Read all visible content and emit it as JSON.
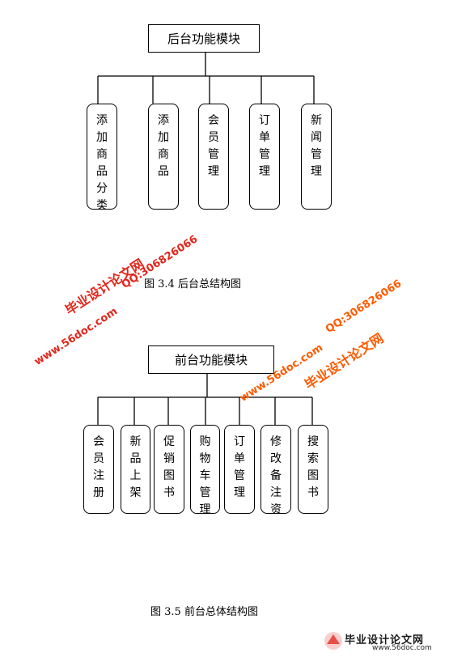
{
  "diagram1": {
    "root": "后台功能模块",
    "children": [
      "添加商品分类",
      "添加商品",
      "会员管理",
      "订单管理",
      "新闻管理"
    ],
    "caption": "图 3.4 后台总结构图"
  },
  "diagram2": {
    "root": "前台功能模块",
    "children": [
      "会员注册",
      "新品上架",
      "促销图书",
      "购物车管理",
      "订单管理",
      "修改备注资",
      "搜索图书"
    ],
    "caption": "图 3.5 前台总体结构图"
  },
  "watermarks": {
    "site_name": "毕业设计论文网",
    "url": "www.56doc.com",
    "qq": "QQ:306826066"
  },
  "footer": {
    "brand": "毕业设计论文网",
    "url": "www.56doc.com"
  },
  "colors": {
    "watermark_red": "#e2261b",
    "watermark_orange": "#ff5a00"
  }
}
